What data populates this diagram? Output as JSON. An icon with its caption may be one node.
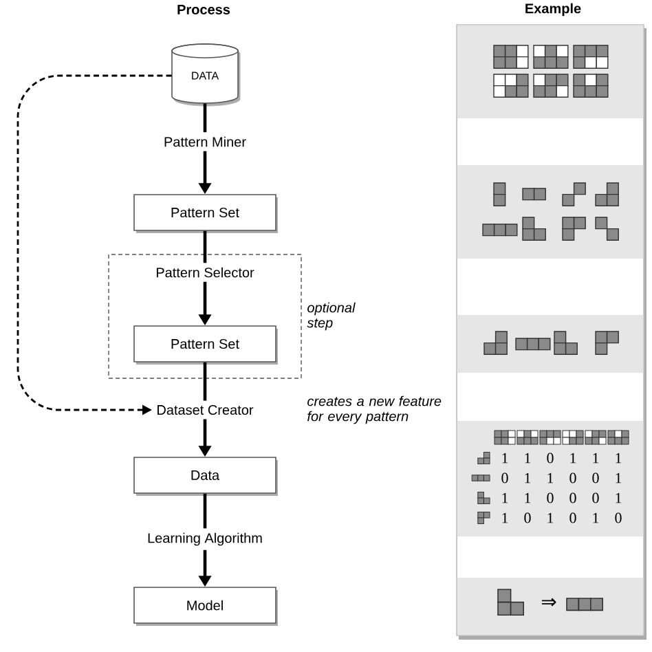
{
  "diagram": {
    "nodes": [
      {
        "text": [
          "DATA"
        ]
      },
      {
        "text": [
          "Pattern Miner"
        ]
      },
      {
        "text": [
          "Pattern Set"
        ]
      },
      {
        "text": [],
        "shape": "box",
        "beside": [
          "optional step"
        ]
      },
      {
        "text": [
          "Pattern Selector"
        ],
        "in": 3
      },
      {
        "text": [
          "Pattern Set"
        ],
        "in": 3
      },
      {
        "text": [
          "Dataset Creator"
        ],
        "beside": [
          "creates a new feature for every pattern"
        ]
      },
      {
        "text": [
          "Data"
        ]
      },
      {
        "text": [
          "Learning Algorithm"
        ]
      },
      {
        "text": [
          "Model"
        ]
      }
    ],
    "edges": [
      {
        "from": 0,
        "to": 1,
        "arrow": "none"
      },
      {
        "from": 1,
        "to": 2,
        "arrow": "to"
      },
      {
        "from": 2,
        "to": 4,
        "arrow": "none"
      },
      {
        "from": 4,
        "to": 5,
        "arrow": "to"
      },
      {
        "from": 5,
        "to": 6,
        "arrow": "none"
      },
      {
        "from": 0,
        "to": 6,
        "arrow": "to",
        "style": "dashed"
      },
      {
        "from": 6,
        "to": 7,
        "arrow": "to"
      },
      {
        "from": 7,
        "to": 8,
        "arrow": "none"
      },
      {
        "from": 8,
        "to": 9,
        "arrow": "to"
      }
    ],
    "labels": [
      "Process",
      "Example",
      "1",
      "1",
      "0",
      "1",
      "1",
      "1",
      "0",
      "1",
      "1",
      "0",
      "0",
      "1",
      "1",
      "1",
      "0",
      "0",
      "0",
      "1",
      "1",
      "0",
      "1",
      "0",
      "1",
      "0",
      "⇒"
    ]
  }
}
